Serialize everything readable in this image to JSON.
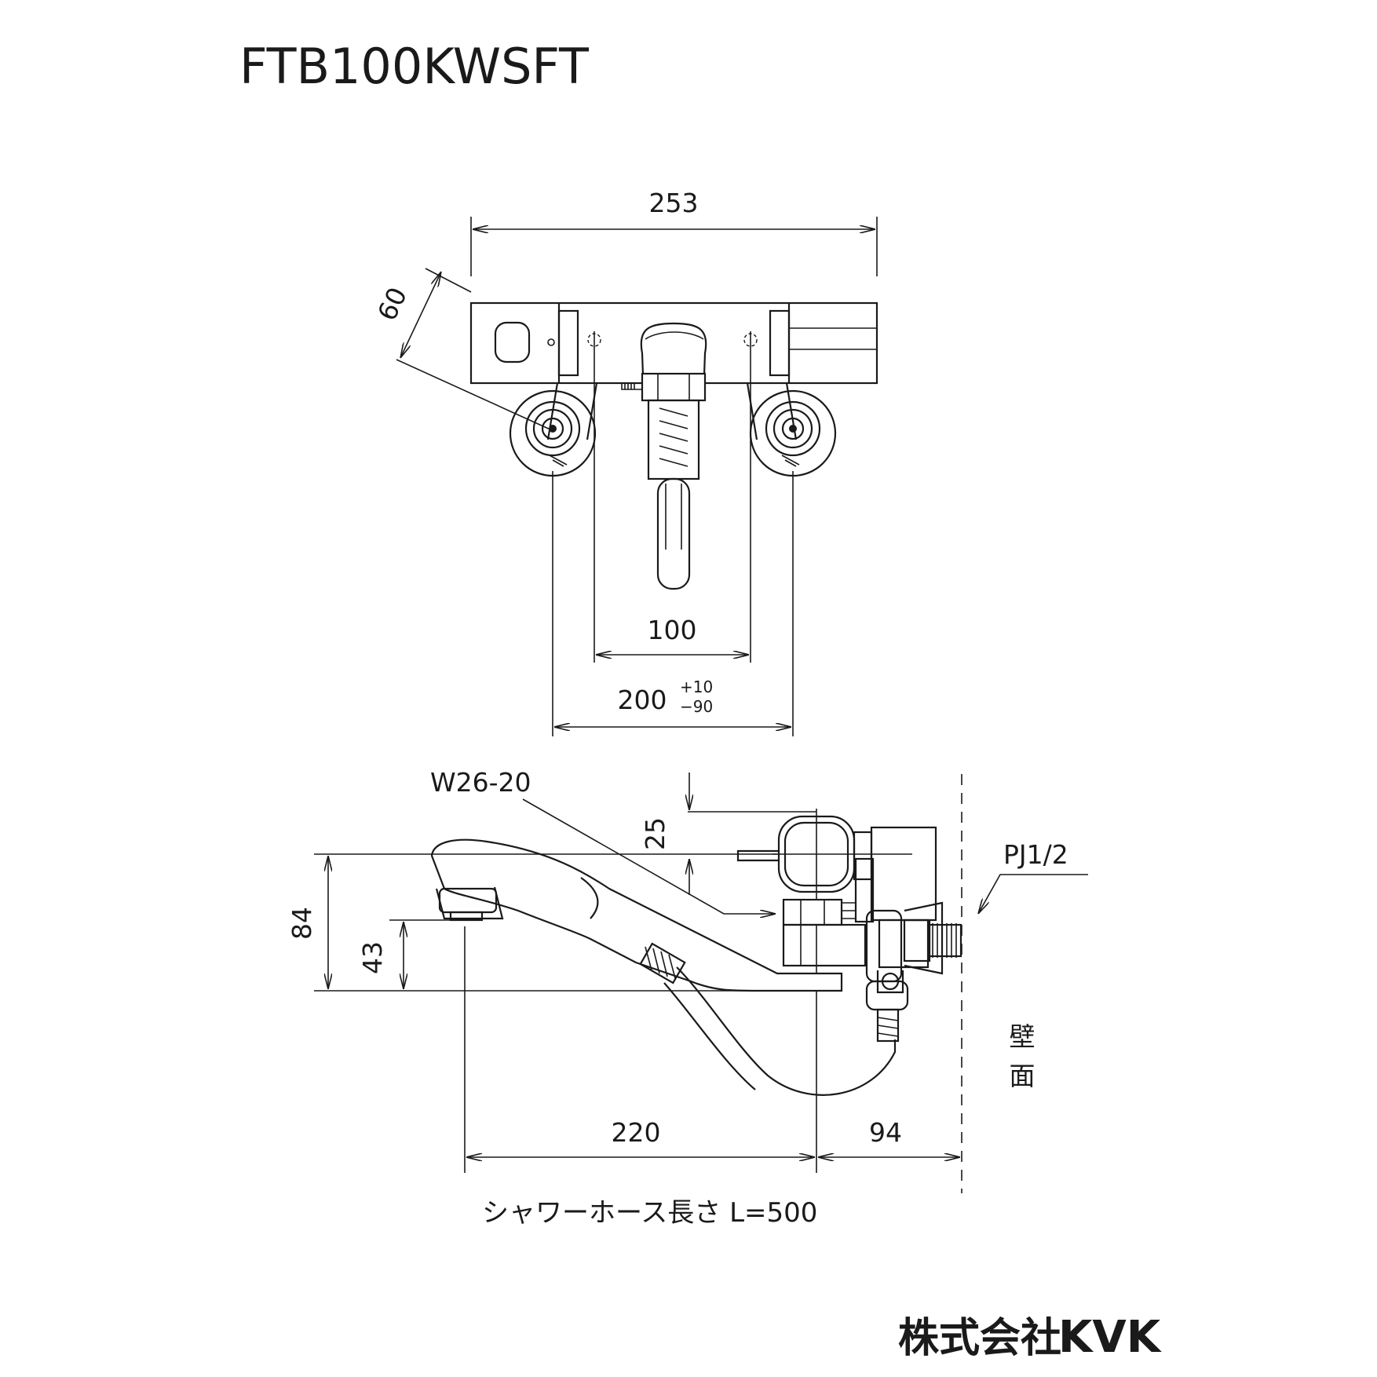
{
  "title": "FTB100KWSFT",
  "dimensions": {
    "overall_width": "253",
    "depth": "60",
    "inner_spacing": "100",
    "center_spacing": "200",
    "center_tol_plus": "+10",
    "center_tol_minus": "−90",
    "spout_height": "84",
    "outlet_height": "43",
    "body_offset": "25",
    "spout_reach": "220",
    "wall_distance": "94"
  },
  "labels": {
    "spout_thread": "W26-20",
    "inlet_thread": "PJ1/2",
    "wall_char1": "壁",
    "wall_char2": "面",
    "hose_note": "シャワーホース長さ L=500"
  },
  "logo": {
    "company_jp": "株式会社",
    "company_en": "KVK"
  }
}
